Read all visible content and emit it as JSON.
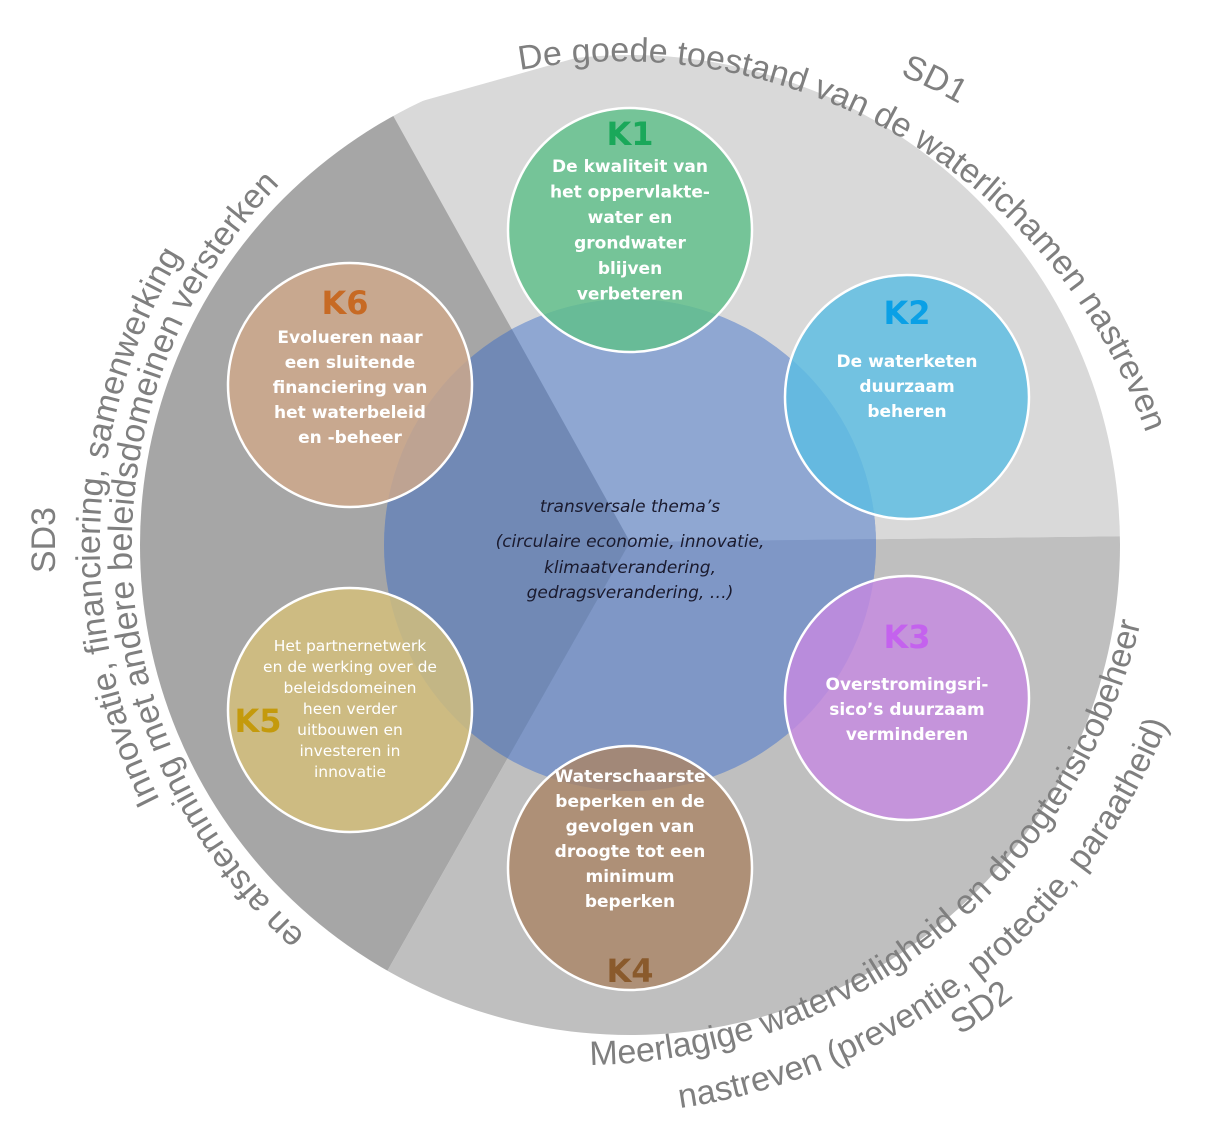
{
  "diagram": {
    "center": {
      "title": "transversale thema’s",
      "lines": [
        "(circulaire economie, innovatie,",
        "klimaatverandering,",
        "gedragsverandering, …)"
      ],
      "color": "#7f9acb"
    },
    "sectors": [
      {
        "id": "SD1",
        "label": "SD1",
        "title": "De goede toestand van de waterlichamen nastreven",
        "color": "#d9d9d9"
      },
      {
        "id": "SD2",
        "label": "SD2",
        "title_line1": "Meerlagige waterveiligheid en droogterisicobeheer",
        "title_line2": "nastreven (preventie, protectie, paraatheid)",
        "color": "#bfbfbf"
      },
      {
        "id": "SD3",
        "label": "SD3",
        "title_line1": "Innovatie, financiering, samenwerking",
        "title_line2": "en afstemming met andere beleidsdomeinen versterken",
        "color": "#a6a6a6"
      }
    ],
    "themes": [
      {
        "id": "K1",
        "label": "K1",
        "lines": [
          "De kwaliteit van",
          "het oppervlakte-",
          "water en",
          "grondwater",
          "blijven",
          "verbeteren"
        ],
        "fill": "#5fbf8a",
        "label_color": "#1aa85a"
      },
      {
        "id": "K2",
        "label": "K2",
        "lines": [
          "De waterketen",
          "duurzaam",
          "beheren"
        ],
        "fill": "#5bbde3",
        "label_color": "#0aa0e6"
      },
      {
        "id": "K3",
        "label": "K3",
        "lines": [
          "Overstromingsri-",
          "sico’s duurzaam",
          "verminderen"
        ],
        "fill": "#c68ae0",
        "label_color": "#c462ee"
      },
      {
        "id": "K4",
        "label": "K4",
        "lines": [
          "Waterschaarste",
          "beperken en de",
          "gevolgen van",
          "droogte tot een",
          "minimum",
          "beperken"
        ],
        "fill": "#a98567",
        "label_color": "#8a5a2c"
      },
      {
        "id": "K5",
        "label": "K5",
        "lines": [
          "Het partnernetwerk",
          "en de werking over de",
          "beleidsdomeinen",
          "heen verder",
          "uitbouwen en",
          "investeren in",
          "innovatie"
        ],
        "fill": "#d6c07a",
        "label_color": "#c49a0c"
      },
      {
        "id": "K6",
        "label": "K6",
        "lines": [
          "Evolueren naar",
          "een sluitende",
          "financiering van",
          "het waterbeleid",
          "en -beheer"
        ],
        "fill": "#d0a88a",
        "label_color": "#c76a24"
      }
    ]
  }
}
